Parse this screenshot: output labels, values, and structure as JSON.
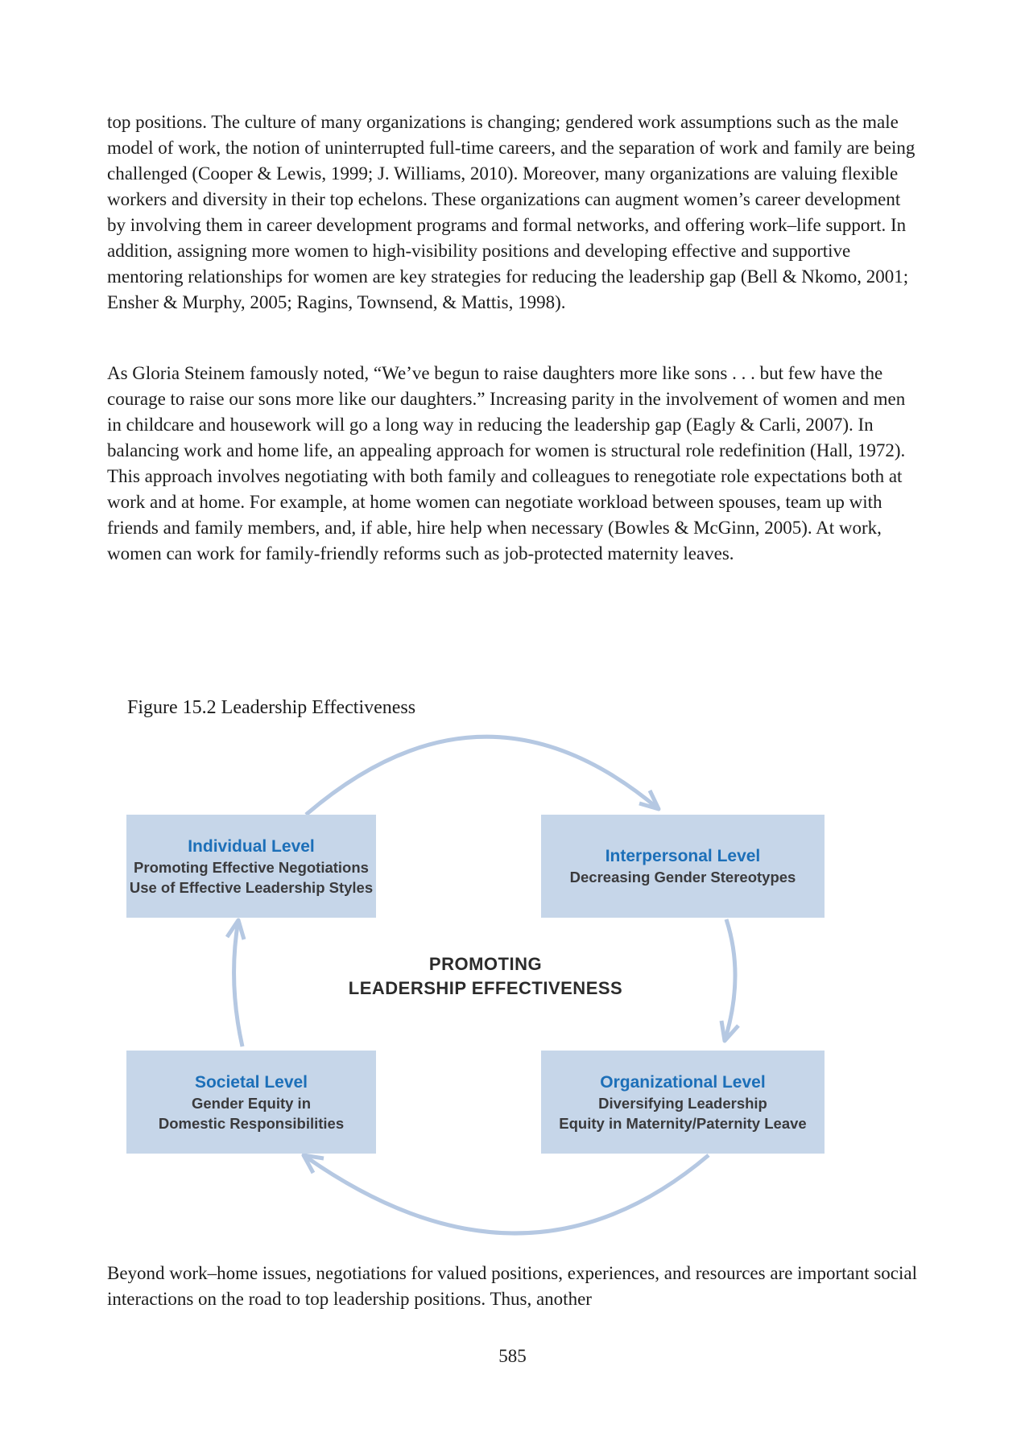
{
  "colors": {
    "body-text": "#1c1c1c",
    "title-blue": "#1c6fb8",
    "box-fill": "#c6d6e9",
    "arrow-blue": "#b5c8e2",
    "box-text": "#3a3a3c",
    "center-text": "#2b2b2b"
  },
  "document": {
    "paragraphs": [
      "top positions. The culture of many organizations is changing; gendered work assumptions such as the male model of work, the notion of uninterrupted full-time careers, and the separation of work and family are being challenged (Cooper & Lewis, 1999; J. Williams, 2010). Moreover, many organizations are valuing flexible workers and diversity in their top echelons. These organizations can augment women’s career development by involving them in career development programs and formal networks, and offering work–life support. In addition, assigning more women to high-visibility positions and developing effective and supportive mentoring relationships for women are key strategies for reducing the leadership gap (Bell & Nkomo, 2001; Ensher & Murphy, 2005; Ragins, Townsend, & Mattis, 1998).",
      "As Gloria Steinem famously noted, “We’ve begun to raise daughters more like sons . . . but few have the courage to raise our sons more like our daughters.” Increasing parity in the involvement of women and men in childcare and housework will go a long way in reducing the leadership gap (Eagly & Carli, 2007). In balancing work and home life, an appealing approach for women is structural role redefinition (Hall, 1972). This approach involves negotiating with both family and colleagues to renegotiate role expectations both at work and at home. For example, at home women can negotiate workload between spouses, team up with friends and family members, and, if able, hire help when necessary (Bowles & McGinn, 2005). At work, women can work for family-friendly reforms such as job-protected maternity leaves."
    ],
    "figure": {
      "caption": "Figure 15.2 Leadership Effectiveness",
      "center": {
        "line1": "PROMOTING",
        "line2": "LEADERSHIP EFFECTIVENESS"
      },
      "boxes": [
        {
          "title": "Individual Level",
          "lines": [
            "Promoting Effective Negotiations",
            "Use of Effective Leadership Styles"
          ]
        },
        {
          "title": "Interpersonal Level",
          "lines": [
            "Decreasing Gender Stereotypes"
          ]
        },
        {
          "title": "Societal Level",
          "lines": [
            "Gender Equity in",
            "Domestic Responsibilities"
          ]
        },
        {
          "title": "Organizational Level",
          "lines": [
            "Diversifying Leadership",
            "Equity in Maternity/Paternity Leave"
          ]
        }
      ]
    },
    "closing": "Beyond work–home issues, negotiations for valued positions, experiences, and resources are important social interactions on the road to top leadership positions. Thus, another",
    "page_number": "585"
  }
}
